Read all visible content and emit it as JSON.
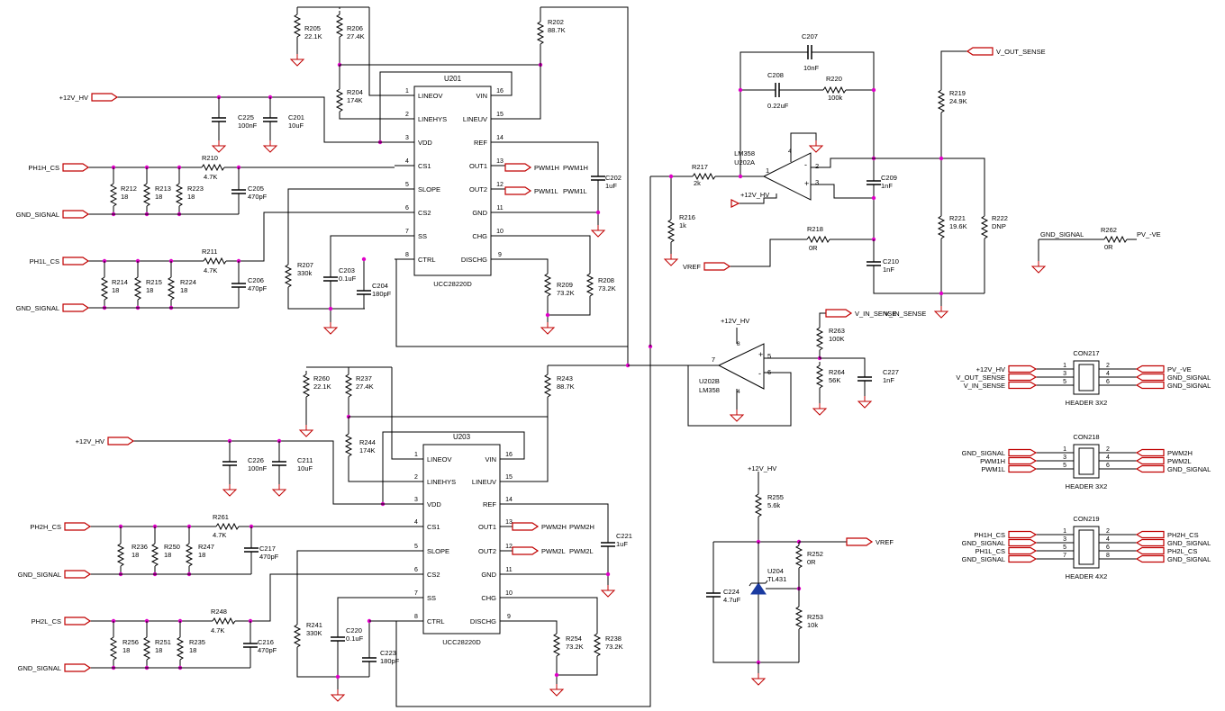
{
  "ics": [
    {
      "ref": "U201",
      "part": "UCC28220D",
      "left_pins": [
        {
          "num": "1",
          "name": "LINEOV"
        },
        {
          "num": "2",
          "name": "LINEHYS"
        },
        {
          "num": "3",
          "name": "VDD"
        },
        {
          "num": "4",
          "name": "CS1"
        },
        {
          "num": "5",
          "name": "SLOPE"
        },
        {
          "num": "6",
          "name": "CS2"
        },
        {
          "num": "7",
          "name": "SS"
        },
        {
          "num": "8",
          "name": "CTRL"
        }
      ],
      "right_pins": [
        {
          "num": "16",
          "name": "VIN"
        },
        {
          "num": "15",
          "name": "LINEUV"
        },
        {
          "num": "14",
          "name": "REF"
        },
        {
          "num": "13",
          "name": "OUT1"
        },
        {
          "num": "12",
          "name": "OUT2"
        },
        {
          "num": "11",
          "name": "GND"
        },
        {
          "num": "10",
          "name": "CHG"
        },
        {
          "num": "9",
          "name": "DISCHG"
        }
      ]
    },
    {
      "ref": "U203",
      "part": "UCC28220D",
      "left_pins": [
        {
          "num": "1",
          "name": "LINEOV"
        },
        {
          "num": "2",
          "name": "LINEHYS"
        },
        {
          "num": "3",
          "name": "VDD"
        },
        {
          "num": "4",
          "name": "CS1"
        },
        {
          "num": "5",
          "name": "SLOPE"
        },
        {
          "num": "6",
          "name": "CS2"
        },
        {
          "num": "7",
          "name": "SS"
        },
        {
          "num": "8",
          "name": "CTRL"
        }
      ],
      "right_pins": [
        {
          "num": "16",
          "name": "VIN"
        },
        {
          "num": "15",
          "name": "LINEUV"
        },
        {
          "num": "14",
          "name": "REF"
        },
        {
          "num": "13",
          "name": "OUT1"
        },
        {
          "num": "12",
          "name": "OUT2"
        },
        {
          "num": "11",
          "name": "GND"
        },
        {
          "num": "10",
          "name": "CHG"
        },
        {
          "num": "9",
          "name": "DISCHG"
        }
      ]
    }
  ],
  "ports": [
    {
      "label": "+12V_HV"
    },
    {
      "label": "PH1H_CS"
    },
    {
      "label": "GND_SIGNAL"
    },
    {
      "label": "PH1L_CS"
    },
    {
      "label": "GND_SIGNAL"
    },
    {
      "label": "+12V_HV"
    },
    {
      "label": "PH2H_CS"
    },
    {
      "label": "GND_SIGNAL"
    },
    {
      "label": "PH2L_CS"
    },
    {
      "label": "GND_SIGNAL"
    },
    {
      "label": "PWM1H"
    },
    {
      "label": "PWM1L"
    },
    {
      "label": "PWM2H"
    },
    {
      "label": "PWM2L"
    },
    {
      "label": "V_OUT_SENSE"
    },
    {
      "label": "V_IN_SENSE"
    },
    {
      "label": "VREF"
    },
    {
      "label": "VREF"
    },
    {
      "label": "PV_-VE"
    }
  ],
  "resistors": [
    {
      "ref": "R205",
      "value": "22.1K"
    },
    {
      "ref": "R206",
      "value": "27.4K"
    },
    {
      "ref": "R202",
      "value": "88.7K"
    },
    {
      "ref": "R204",
      "value": "174K"
    },
    {
      "ref": "R210",
      "value": "4.7K"
    },
    {
      "ref": "R212",
      "value": "18"
    },
    {
      "ref": "R213",
      "value": "18"
    },
    {
      "ref": "R223",
      "value": "18"
    },
    {
      "ref": "R211",
      "value": "4.7K"
    },
    {
      "ref": "R214",
      "value": "18"
    },
    {
      "ref": "R215",
      "value": "18"
    },
    {
      "ref": "R224",
      "value": "18"
    },
    {
      "ref": "R207",
      "value": "330k"
    },
    {
      "ref": "R209",
      "value": "73.2K"
    },
    {
      "ref": "R208",
      "value": "73.2K"
    },
    {
      "ref": "R260",
      "value": "22.1K"
    },
    {
      "ref": "R237",
      "value": "27.4K"
    },
    {
      "ref": "R243",
      "value": "88.7K"
    },
    {
      "ref": "R244",
      "value": "174K"
    },
    {
      "ref": "R261",
      "value": "4.7K"
    },
    {
      "ref": "R236",
      "value": "18"
    },
    {
      "ref": "R250",
      "value": "18"
    },
    {
      "ref": "R247",
      "value": "18"
    },
    {
      "ref": "R248",
      "value": "4.7K"
    },
    {
      "ref": "R256",
      "value": "18"
    },
    {
      "ref": "R251",
      "value": "18"
    },
    {
      "ref": "R235",
      "value": "18"
    },
    {
      "ref": "R241",
      "value": "330K"
    },
    {
      "ref": "R254",
      "value": "73.2K"
    },
    {
      "ref": "R238",
      "value": "73.2K"
    },
    {
      "ref": "R220",
      "value": "100k"
    },
    {
      "ref": "R219",
      "value": "24.9K"
    },
    {
      "ref": "R217",
      "value": "2k"
    },
    {
      "ref": "R216",
      "value": "1k"
    },
    {
      "ref": "R218",
      "value": "0R"
    },
    {
      "ref": "R221",
      "value": "19.6K"
    },
    {
      "ref": "R222",
      "value": "DNP"
    },
    {
      "ref": "R262",
      "value": "0R"
    },
    {
      "ref": "R263",
      "value": "100K"
    },
    {
      "ref": "R264",
      "value": "56K"
    },
    {
      "ref": "R255",
      "value": "5.6k"
    },
    {
      "ref": "R252",
      "value": "0R"
    },
    {
      "ref": "R253",
      "value": "10k"
    }
  ],
  "capacitors": [
    {
      "ref": "C225",
      "value": "100nF"
    },
    {
      "ref": "C201",
      "value": "10uF"
    },
    {
      "ref": "C205",
      "value": "470pF"
    },
    {
      "ref": "C206",
      "value": "470pF"
    },
    {
      "ref": "C203",
      "value": "0.1uF"
    },
    {
      "ref": "C204",
      "value": "180pF"
    },
    {
      "ref": "C202",
      "value": "1uF"
    },
    {
      "ref": "C226",
      "value": "100nF"
    },
    {
      "ref": "C211",
      "value": "10uF"
    },
    {
      "ref": "C217",
      "value": "470pF"
    },
    {
      "ref": "C216",
      "value": "470pF"
    },
    {
      "ref": "C220",
      "value": "0.1uF"
    },
    {
      "ref": "C223",
      "value": "180pF"
    },
    {
      "ref": "C221",
      "value": "1uF"
    },
    {
      "ref": "C207",
      "value": "10nF"
    },
    {
      "ref": "C208",
      "value": "0.22uF"
    },
    {
      "ref": "C209",
      "value": "1nF"
    },
    {
      "ref": "C210",
      "value": "1nF"
    },
    {
      "ref": "C227",
      "value": "1nF"
    },
    {
      "ref": "C224",
      "value": "4.7uF"
    }
  ],
  "opamps": [
    {
      "part": "LM358",
      "ref": "U202A",
      "pin_out": "1",
      "pin_in1": "2",
      "pin_in2": "3",
      "pin_v": "4"
    },
    {
      "part": "LM358",
      "ref": "U202B",
      "pin_out": "7",
      "pin_in1": "5",
      "pin_in2": "6",
      "pin_vp": "8",
      "pin_vn": "4"
    }
  ],
  "supply_labels": [
    {
      "label": "+12V_HV"
    },
    {
      "label": "+12V_HV"
    },
    {
      "label": "+12V_HV"
    }
  ],
  "shunt": {
    "ref": "U204",
    "part": "TL431"
  },
  "headers": [
    {
      "ref": "CON217",
      "desc": "HEADER 3X2",
      "left": [
        {
          "net": "+12V_HV",
          "pin": "1"
        },
        {
          "net": "V_OUT_SENSE",
          "pin": "3"
        },
        {
          "net": "V_IN_SENSE",
          "pin": "5"
        }
      ],
      "right": [
        {
          "pin": "2",
          "net": "PV_-VE"
        },
        {
          "pin": "4",
          "net": "GND_SIGNAL"
        },
        {
          "pin": "6",
          "net": "GND_SIGNAL"
        }
      ]
    },
    {
      "ref": "CON218",
      "desc": "HEADER 3X2",
      "left": [
        {
          "net": "GND_SIGNAL",
          "pin": "1"
        },
        {
          "net": "PWM1H",
          "pin": "3"
        },
        {
          "net": "PWM1L",
          "pin": "5"
        }
      ],
      "right": [
        {
          "pin": "2",
          "net": "PWM2H"
        },
        {
          "pin": "4",
          "net": "PWM2L"
        },
        {
          "pin": "6",
          "net": "GND_SIGNAL"
        }
      ]
    },
    {
      "ref": "CON219",
      "desc": "HEADER 4X2",
      "left": [
        {
          "net": "PH1H_CS",
          "pin": "1"
        },
        {
          "net": "GND_SIGNAL",
          "pin": "3"
        },
        {
          "net": "PH1L_CS",
          "pin": "5"
        },
        {
          "net": "GND_SIGNAL",
          "pin": "7"
        }
      ],
      "right": [
        {
          "pin": "2",
          "net": "PH2H_CS"
        },
        {
          "pin": "4",
          "net": "GND_SIGNAL"
        },
        {
          "pin": "6",
          "net": "PH2L_CS"
        },
        {
          "pin": "8",
          "net": "GND_SIGNAL"
        }
      ]
    }
  ],
  "colors": {
    "wire": "#000000",
    "port": "#c00000",
    "junction": "#e000c8",
    "ground": "#c00000"
  }
}
